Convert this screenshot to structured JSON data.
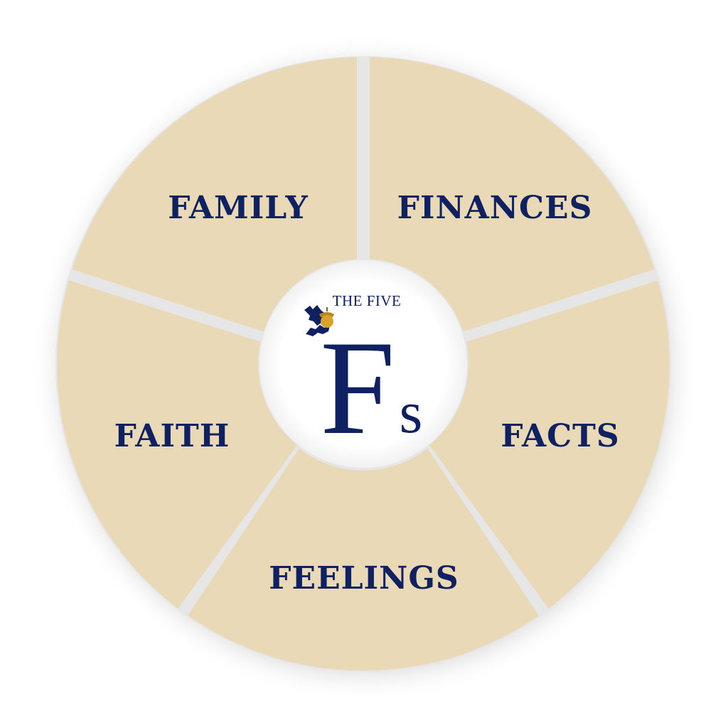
{
  "diagram": {
    "type": "segmented-wheel",
    "segment_count": 5,
    "colors": {
      "segment_fill": "#e9d9b6",
      "text": "#0f2160",
      "gap": "#e6e6e6",
      "center_fill": "#ffffff",
      "acorn": "#d9a32a",
      "leaves": "#0f2160"
    },
    "segments": [
      {
        "label": "FAMILY"
      },
      {
        "label": "FINANCES"
      },
      {
        "label": "FACTS"
      },
      {
        "label": "FEELINGS"
      },
      {
        "label": "FAITH"
      }
    ],
    "center": {
      "small_text": "THE FIVE",
      "big_letter": "F",
      "small_letter": "s",
      "icon": "acorn-with-oak-leaves"
    }
  }
}
